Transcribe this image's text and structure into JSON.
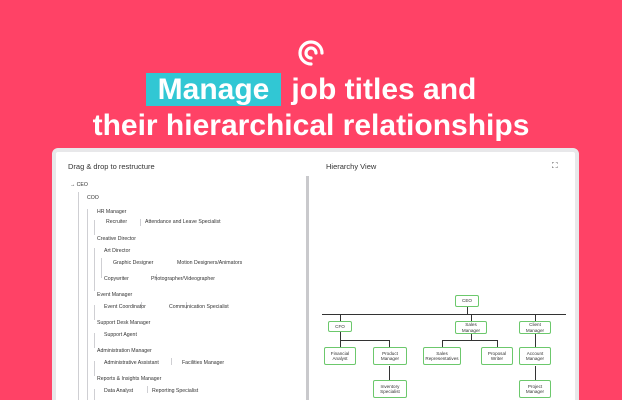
{
  "headline": {
    "highlight": "Manage",
    "line1_rest": "job titles and",
    "line2": "their hierarchical relationships"
  },
  "icons": {
    "logo": "swirl-logo-icon",
    "expand": "expand-icon",
    "collapse": "collapse-arrow-icon"
  },
  "colors": {
    "background": "#ff4266",
    "highlight": "#31c7d4",
    "node_border": "#6cc86c"
  },
  "left_pane": {
    "title": "Drag & drop to restructure",
    "items": [
      {
        "label": "→ CEO"
      },
      {
        "label": "COO"
      },
      {
        "label": "HR Manager"
      },
      {
        "label": "Recruiter"
      },
      {
        "label": "Attendance and Leave Specialist"
      },
      {
        "label": "Creative Director"
      },
      {
        "label": "Art Director"
      },
      {
        "label": "Graphic Designer"
      },
      {
        "label": "Motion Designers/Animators"
      },
      {
        "label": "Copywriter"
      },
      {
        "label": "Photographer/Videographer"
      },
      {
        "label": "Event Manager"
      },
      {
        "label": "Event Coordinator"
      },
      {
        "label": "Communication Specialist"
      },
      {
        "label": "Support Desk Manager"
      },
      {
        "label": "Support Agent"
      },
      {
        "label": "Administration Manager"
      },
      {
        "label": "Administrative Assistant"
      },
      {
        "label": "Facilities Manager"
      },
      {
        "label": "Reports & Insights Manager"
      },
      {
        "label": "Data Analyst"
      },
      {
        "label": "Reporting Specialist"
      }
    ]
  },
  "right_pane": {
    "title": "Hierarchy View",
    "nodes": [
      {
        "label": "CEO"
      },
      {
        "label": "CFO"
      },
      {
        "label": "Sales Manager"
      },
      {
        "label": "Client Manager"
      },
      {
        "label": "Financial Analyst"
      },
      {
        "label": "Product Manager"
      },
      {
        "label": "Sales Representatives"
      },
      {
        "label": "Proposal Writer"
      },
      {
        "label": "Account Manager"
      },
      {
        "label": "Inventory Specialist"
      },
      {
        "label": "Project Manager"
      }
    ]
  }
}
